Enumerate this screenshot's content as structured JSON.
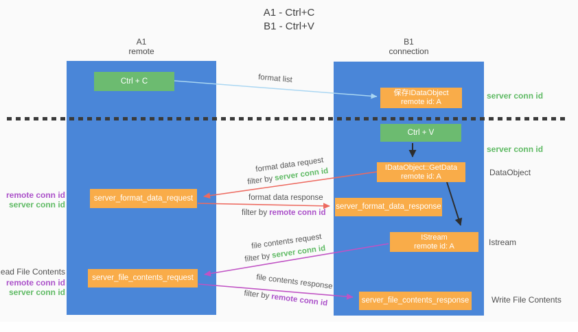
{
  "title": {
    "line1": "A1 - Ctrl+C",
    "line2": "B1 - Ctrl+V"
  },
  "columns": {
    "left": {
      "name": "A1",
      "role": "remote"
    },
    "right": {
      "name": "B1",
      "role": "connection"
    }
  },
  "nodes": {
    "ctrl_c": "Ctrl + C",
    "save_idataobject": {
      "line1": "保存IDataObject",
      "line2": "remote id: A"
    },
    "ctrl_v": "Ctrl + V",
    "getdata": {
      "line1": "IDataObject::GetData",
      "line2": "remote id: A"
    },
    "format_request": "server_format_data_request",
    "format_response": "server_format_data_response",
    "istream": {
      "line1": "IStream",
      "line2": "remote id: A"
    },
    "file_request": "server_file_contents_request",
    "file_response": "server_file_contents_response"
  },
  "labels": {
    "format_list": "format list",
    "format_data_request": "format data request",
    "format_data_response": "format data response",
    "file_contents_request": "file contents request",
    "file_contents_response": "file contents response",
    "filter_by": "filter by",
    "server_conn_id": "server conn id",
    "remote_conn_id": "remote conn id",
    "read_file_contents": "Read File Contents",
    "write_file_contents": "Write File Contents",
    "dataobject": "DataObject",
    "istream": "Istream"
  },
  "colors": {
    "background": "#fafafa",
    "column-blue": "#4a86d8",
    "box-green": "#6cbb70",
    "box-orange": "#f9ac49",
    "box-text": "#ffffff",
    "arrow-lightblue": "#a9d6f2",
    "arrow-red": "#ed6a60",
    "arrow-magenta": "#c053c4",
    "arrow-black": "#2d2d2d",
    "text-green": "#5fba64",
    "text-purple": "#ab51c9",
    "text-gray": "#565656",
    "dotted": "#3a3a3a"
  },
  "edges": [
    {
      "from": "ctrl_c",
      "to": "save_idataobject",
      "label": "format list",
      "color": "lightblue"
    },
    {
      "from": "ctrl_v",
      "to": "getdata",
      "label": "",
      "color": "black"
    },
    {
      "from": "getdata",
      "to": "istream",
      "label": "",
      "color": "black"
    },
    {
      "from": "getdata",
      "to": "format_request",
      "label": "format data request, filter by server conn id",
      "color": "red"
    },
    {
      "from": "format_request",
      "to": "format_response",
      "label": "format data response, filter by remote conn id",
      "color": "red"
    },
    {
      "from": "istream",
      "to": "file_request",
      "label": "file contents request, filter by server conn id",
      "color": "magenta"
    },
    {
      "from": "file_request",
      "to": "file_response",
      "label": "file contents response, filter by remote conn id",
      "color": "magenta"
    }
  ]
}
